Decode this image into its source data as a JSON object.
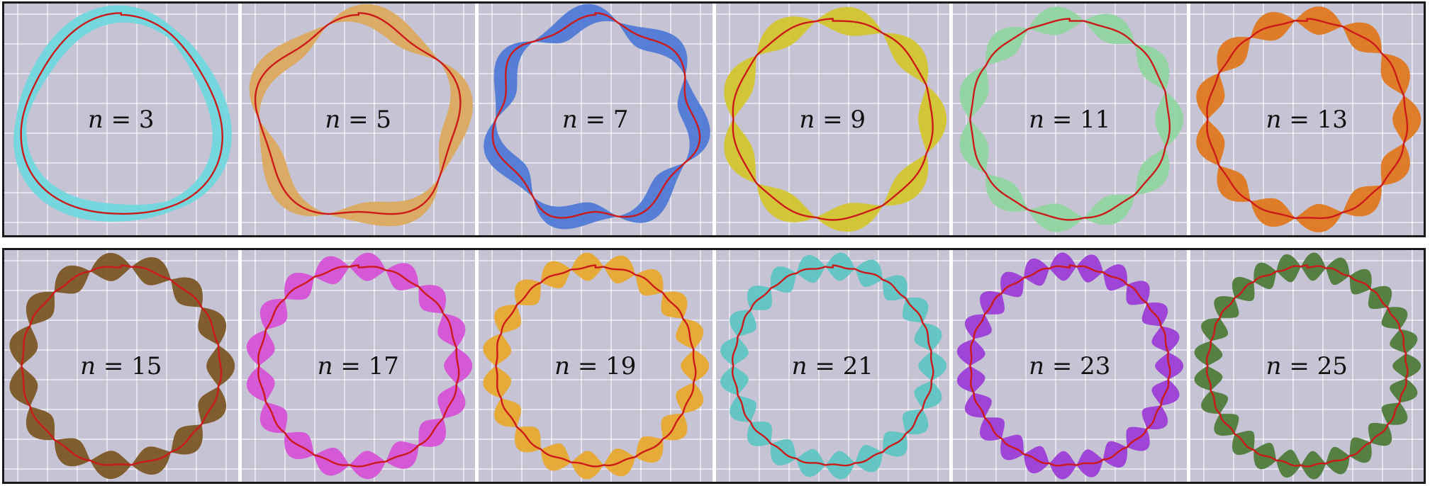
{
  "rows": [
    {
      "panels": [
        {
          "n": "3",
          "label": "n = 3",
          "color": "#6fd8de"
        },
        {
          "n": "5",
          "label": "n = 5",
          "color": "#dca85a"
        },
        {
          "n": "7",
          "label": "n = 7",
          "color": "#4c78d6"
        },
        {
          "n": "9",
          "label": "n = 9",
          "color": "#d4c62a"
        },
        {
          "n": "11",
          "label": "n = 11",
          "color": "#8fd6a0"
        },
        {
          "n": "13",
          "label": "n = 13",
          "color": "#e0761a"
        }
      ]
    },
    {
      "panels": [
        {
          "n": "15",
          "label": "n = 15",
          "color": "#7a5520"
        },
        {
          "n": "17",
          "label": "n = 17",
          "color": "#d650d6"
        },
        {
          "n": "19",
          "label": "n = 19",
          "color": "#e8a82a"
        },
        {
          "n": "21",
          "label": "n = 21",
          "color": "#5cc6c2"
        },
        {
          "n": "23",
          "label": "n = 23",
          "color": "#9a3ad6"
        },
        {
          "n": "25",
          "label": "n = 25",
          "color": "#4c7a36"
        }
      ]
    }
  ],
  "curve_color": "#cc1a1a"
}
